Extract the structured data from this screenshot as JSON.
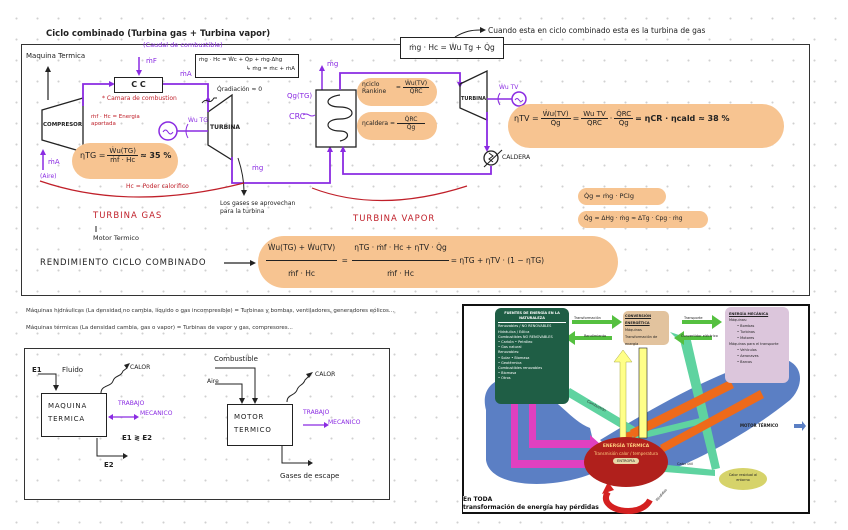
{
  "top_section": {
    "title": "Ciclo combinado (Turbina gas + Turbina vapor)",
    "note_arrow": "Cuando esta en ciclo combinado esta es la turbina de gas",
    "boxed_equation_right": "ṁg · Hc = Ẇu Tg + Q̇g",
    "boxed_equation_left_line1": "ṁg · Hc = Ẇc + Q̇p + ṁg·Δhg",
    "boxed_equation_left_line2": "↳ ṁg = ṁc + ṁA",
    "gas_side": {
      "maquina_termica": "Maquina Termica",
      "caudal_combustible": "(Caudal de combustible)",
      "m_f": "ṁF",
      "cc_label": "C C",
      "camara_combustion": "* Camara de combustion",
      "energia_aportada": "ṁf · Hc = Energia aportada",
      "m_a_top": "ṁA",
      "compressor_label": "COMPRESOR",
      "turbine_label": "TURBINA",
      "q_radiacion": "Q̇radiación ≈ 0",
      "w_tg": "Ẇu TG",
      "m_a_bottom": "ṁA",
      "m_a_note": "(Aire)",
      "m_g": "ṁg",
      "efficiency_lhs": "ηTG",
      "efficiency_num": "Ẇu(TG)",
      "efficiency_den": "ṁf · Hc",
      "efficiency_value": "≈ 35 %",
      "hc_note": "Hc = Poder calorifico",
      "section_label": "TURBINA GAS",
      "down_arrow": "↓",
      "motor_termico": "Motor Termico",
      "gases_note_line1": "Los gases se aprovechan",
      "gases_note_line2": "para la turbina"
    },
    "vapor_side": {
      "m_g_out": "ṁg",
      "q_g_tg": "Qg(TG)",
      "c_rc": "CRC",
      "eta_ciclo_rankine_lhs": "ηciclo Rankine",
      "eta_ciclo_rankine_num": "Ẇu(TV)",
      "eta_ciclo_rankine_den": "Q̇RC",
      "eta_caldera_lhs": "ηcaldera",
      "eta_caldera_num": "Q̇RC",
      "eta_caldera_den": "Q̇g",
      "turbine_label": "TURBINA",
      "w_tv": "Ẇu TV",
      "caldera_label": "CALDERA",
      "section_label": "TURBINA VAPOR",
      "eta_tv_lhs": "ηTV",
      "eta_tv_f1_num": "Ẇu(TV)",
      "eta_tv_f1_den": "Q̇g",
      "eta_tv_f2_num": "Wu TV",
      "eta_tv_f2_den": "Q̇RC",
      "eta_tv_f3_num": "Q̇RC",
      "eta_tv_f3_den": "Q̇g",
      "eta_tv_rhs": "= ηCR · ηcald ≈ 38 %",
      "qg_eq1": "Q̇g = ṁg · PCIg",
      "qg_eq2": "Q̇g = ΔHg · ṁg ≈ ΔTg · Cpg · ṁg"
    },
    "combined": {
      "label": "RENDIMIENTO CICLO COMBINADO",
      "f1_num": "Ẇu(TG) + Ẇu(TV)",
      "f1_den": "ṁf · Hc",
      "f2_num": "ηTG · ṁf · Hc + ηTV · Q̇g",
      "f2_den": "ṁf · Hc",
      "rhs": "= ηTG + ηTV · (1 − ηTG)"
    }
  },
  "notes": {
    "hidraulicas": "Máquinas hidráulicas (La densidad no cambia, líquido o gas incompresible) = Turbinas y bombas, ventiladores, generadores eólicos...",
    "termicas": "Máquinas térmicas (La densidad cambia, gas o vapor) = Turbinas de vapor y gas, compresores..."
  },
  "bottom_left_diagram": {
    "maquina": {
      "e1": "E1",
      "fluido": "Fluido",
      "calor": "CALOR",
      "box_line1": "MAQUINA",
      "box_line2": "TERMICA",
      "trabajo_line1": "TRABAJO",
      "trabajo_line2": "MECANICO",
      "relation": "E1 ≷ E2",
      "e2": "E2"
    },
    "motor": {
      "combustible": "Combustible",
      "aire": "Aire",
      "calor": "CALOR",
      "box_line1": "MOTOR",
      "box_line2": "TERMICO",
      "trabajo_line1": "TRABAJO",
      "trabajo_line2": "MECANICO",
      "gases": "Gases de escape"
    }
  },
  "energy_diagram": {
    "green_box_title": "FUENTES DE ENERGÍA EN LA NATURALEZA",
    "green_box_lines": [
      "Renovables / NO RENOVABLES",
      "Hidráulica / Eólica",
      "Combustibles NO RENOVABLES",
      "• Carbón • Petróleo",
      "• Gas natural",
      "Renovables:",
      "• Solar • Biomasa",
      "• Geotérmica",
      "Combustibles renovables",
      "• Biomasa",
      "• Otros"
    ],
    "tan_box_title": "CONVERSIÓN ENERGÉTICA",
    "tan_box_lines": [
      "Máquinas",
      "Transformación de energía"
    ],
    "lilac_box_title": "ENERGÍA MECÁNICA",
    "lilac_box_lines": [
      "Máquinas:",
      "• Bombas",
      "• Turbinas",
      "• Motores",
      "Máquinas para el transporte",
      "• Vehículos",
      "• Aeronaves",
      "• Barcos"
    ],
    "arrow_labels": [
      "Transformación",
      "Rendimiento",
      "Transporte",
      "Convertidor eléctrico",
      "Combustión",
      "Calor útil",
      "Pérdidas"
    ],
    "red_ellipse_title": "ENERGÍA TÉRMICA",
    "red_ellipse_sub": "Transmisión calor / temperatura",
    "red_ellipse_tag": "ENTROPÍA",
    "yellow_ellipse": "Calor residual al entorno",
    "motor_termico_label": "MOTOR TÉRMICO",
    "footer_line1": "En TODA",
    "footer_line2": "transformación de energía hay pérdidas",
    "colors": {
      "green_box": "#1f5e45",
      "tan_box": "#e2c39e",
      "lilac_box": "#dcc6dc",
      "blue_region": "#5b7fc4",
      "red_ellipse": "#b0201c",
      "yellow_ellipse": "#d6d36a",
      "magenta_arrow": "#e040c0",
      "teal_arrow": "#5fd3a0",
      "orange_arrow": "#ee6a1a",
      "bright_green_arrow": "#55c040",
      "yellow_arrow": "#ffff88"
    }
  }
}
